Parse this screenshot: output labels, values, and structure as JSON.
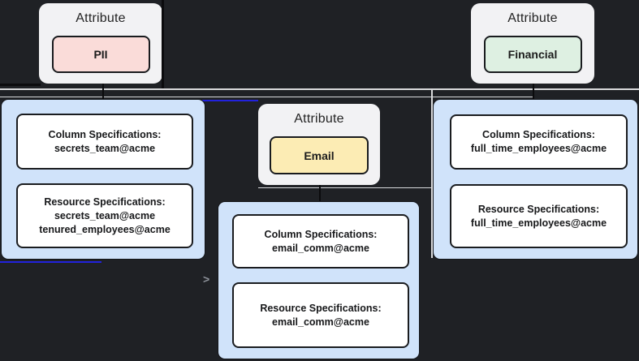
{
  "background_color": "#1f2125",
  "edges": {
    "selected_color": "#2222dd",
    "line_color": "#d9dadc",
    "dark_color": "#0b0b0d",
    "arrow_glyph": ">"
  },
  "attributes": {
    "pii": {
      "title": "Attribute",
      "label": "PII",
      "color": "#fadcd9"
    },
    "email": {
      "title": "Attribute",
      "label": "Email",
      "color": "#fcecb4"
    },
    "financial": {
      "title": "Attribute",
      "label": "Financial",
      "color": "#def0e2"
    }
  },
  "specs": {
    "left": {
      "column_title": "Column Specifications:",
      "column_lines": [
        "secrets_team@acme"
      ],
      "resource_title": "Resource Specifications:",
      "resource_lines": [
        "secrets_team@acme",
        "tenured_employees@acme"
      ]
    },
    "middle": {
      "column_title": "Column Specifications:",
      "column_lines": [
        "email_comm@acme"
      ],
      "resource_title": "Resource Specifications:",
      "resource_lines": [
        "email_comm@acme"
      ]
    },
    "right": {
      "column_title": "Column Specifications:",
      "column_lines": [
        "full_time_employees@acme"
      ],
      "resource_title": "Resource Specifications:",
      "resource_lines": [
        "full_time_employees@acme"
      ]
    }
  }
}
